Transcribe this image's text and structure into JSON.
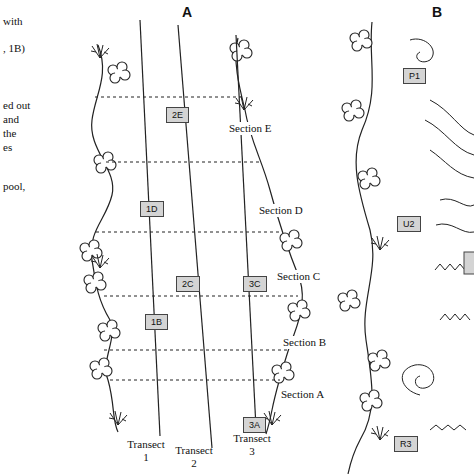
{
  "diagram": {
    "nodes": [
      {
        "text": [
          "2E"
        ]
      },
      {
        "text": [
          "1D"
        ]
      },
      {
        "text": [
          "2C"
        ]
      },
      {
        "text": [
          "3C"
        ]
      },
      {
        "text": [
          "1B"
        ]
      },
      {
        "text": [
          "3A"
        ]
      },
      {
        "text": [
          "P1"
        ]
      },
      {
        "text": [
          "U2"
        ]
      },
      {
        "text": [
          "R3"
        ]
      }
    ],
    "labels": [
      "A",
      "B",
      "with",
      ", 1B)",
      "ed out",
      "and",
      "the",
      "es",
      "pool,",
      "Section E",
      "Section D",
      "Section C",
      "Section B",
      "Section A",
      "Transect 1",
      "Transect 2",
      "Transect 3"
    ]
  }
}
